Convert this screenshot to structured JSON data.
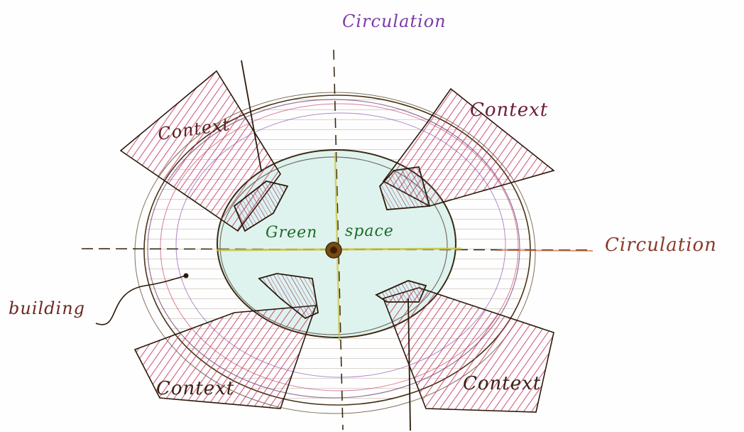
{
  "labels": {
    "circulation_top": "Circulation",
    "circulation_right": "Circulation",
    "context_top_left": "Context",
    "context_top_right": "Context",
    "context_bottom_left": "Context",
    "context_bottom_right": "Context",
    "building": "building",
    "green": "Green",
    "space": "space"
  },
  "colors": {
    "ink": "#3a2a14",
    "hatch_red": "#c0285a",
    "hatch_purple": "#7a3aa8",
    "green_space": "#dff3ee",
    "center_dot": "#7a4a10",
    "axis_yellow": "#c9c23a"
  }
}
